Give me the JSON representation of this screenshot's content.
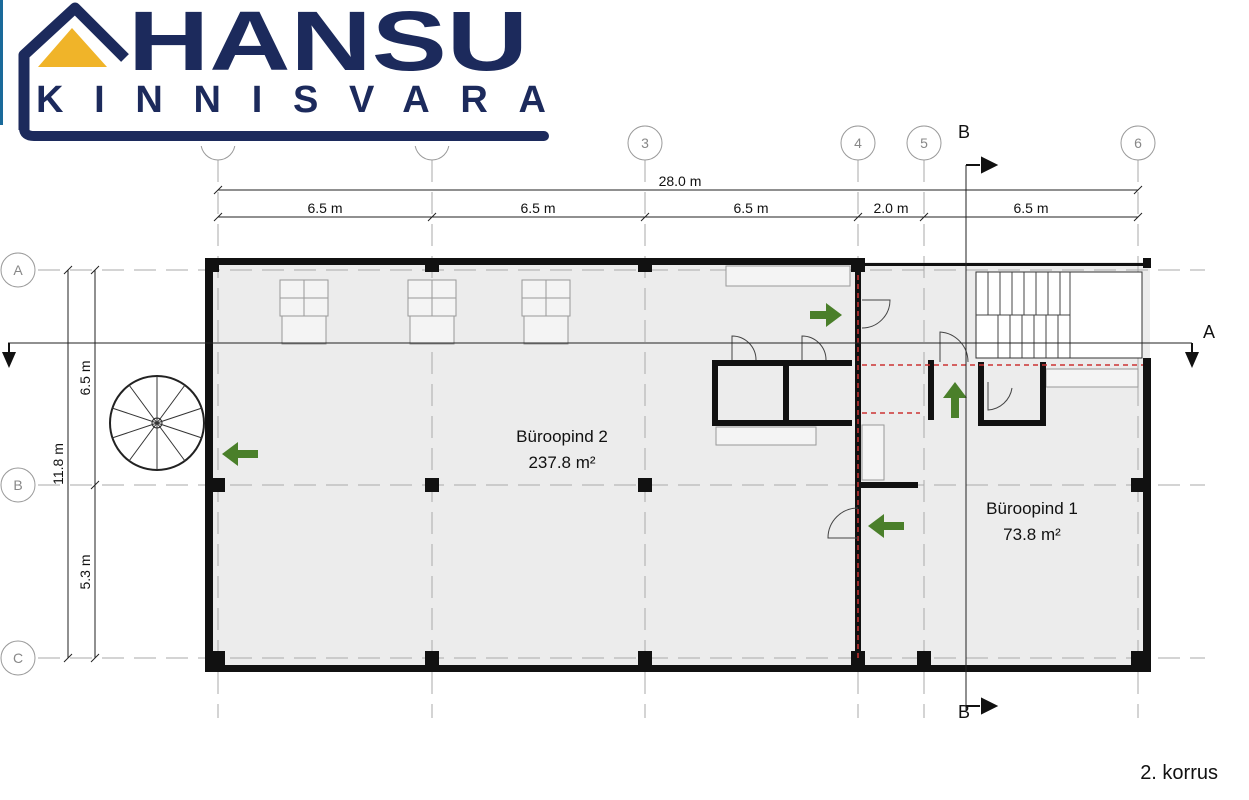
{
  "logo": {
    "brand": "HANSU",
    "tagline": "KINNISVARA",
    "navy": "#1c2a5c",
    "gold": "#f0b429"
  },
  "grid": {
    "columns": [
      "3",
      "4",
      "5",
      "6"
    ],
    "rows": [
      "A",
      "B",
      "C"
    ]
  },
  "dimensions": {
    "total_width": "28.0 m",
    "bays": [
      "6.5 m",
      "6.5 m",
      "6.5 m",
      "2.0 m",
      "6.5 m"
    ],
    "total_depth": "11.8 m",
    "depth_parts": [
      "6.5 m",
      "5.3 m"
    ]
  },
  "sections": {
    "a": "A",
    "b_top": "B",
    "b_bottom": "B"
  },
  "rooms": [
    {
      "name": "Büroopind 2",
      "area": "237.8 m²"
    },
    {
      "name": "Büroopind 1",
      "area": "73.8 m²"
    }
  ],
  "floor_label": "2. korrus",
  "colors": {
    "floor": "#ececec",
    "arrow": "#4a7f2a",
    "fire_line": "#cc3333"
  }
}
